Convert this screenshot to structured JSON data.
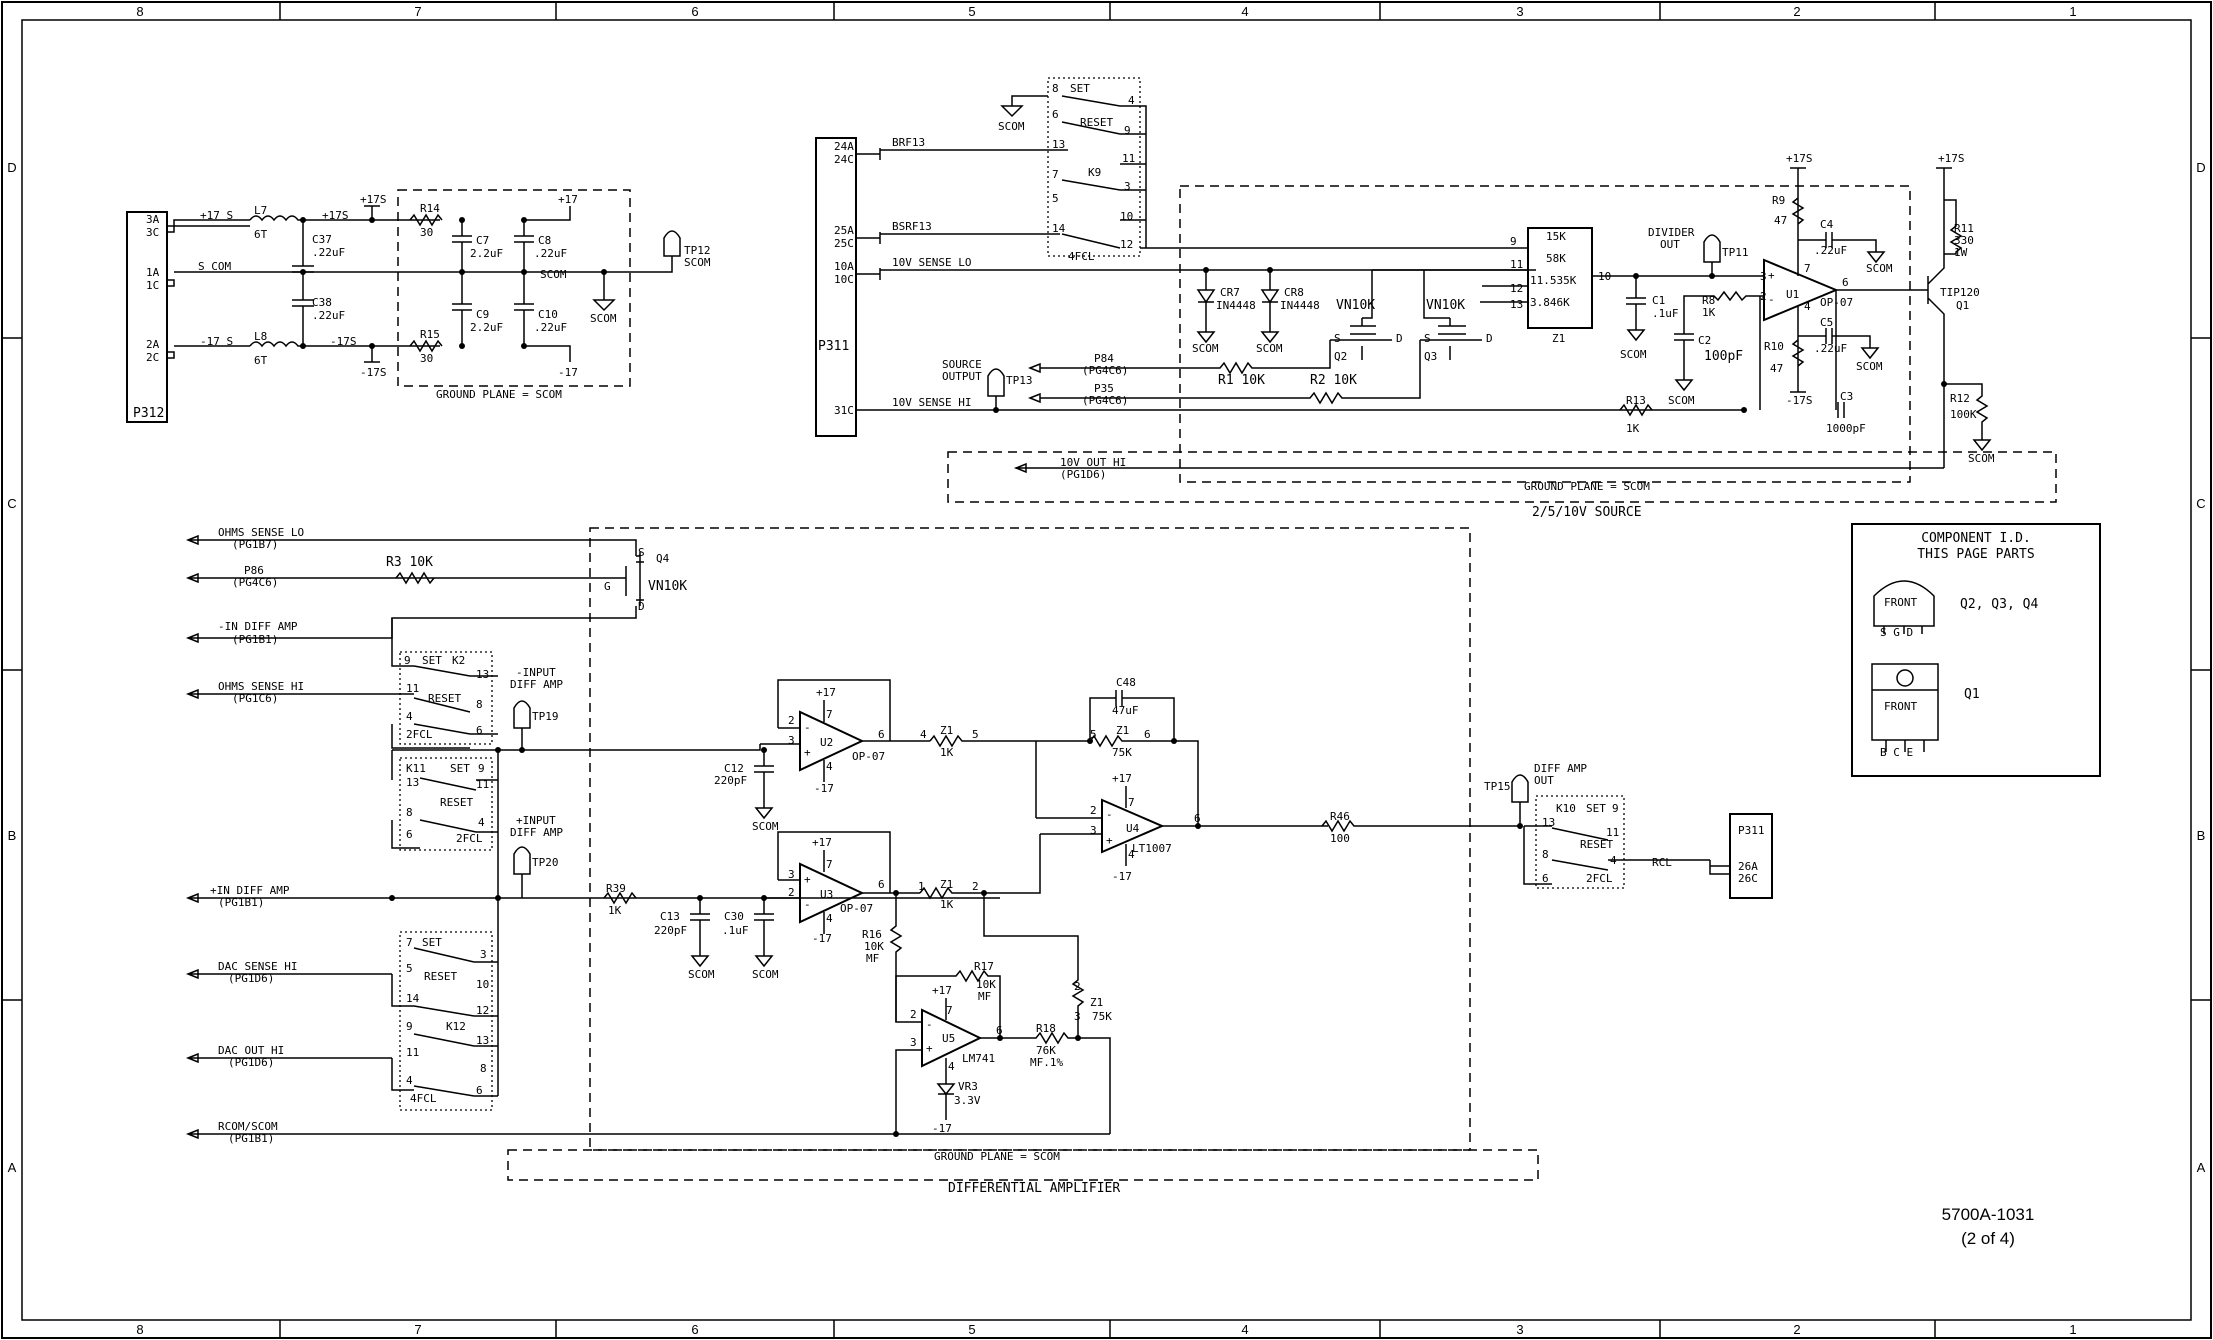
{
  "zones": {
    "top": [
      "8",
      "7",
      "6",
      "5",
      "4",
      "3",
      "2",
      "1"
    ],
    "side": [
      "D",
      "C",
      "B",
      "A"
    ]
  },
  "sheet": {
    "doc_number": "5700A-1031",
    "page": "(2 of 4)"
  },
  "p312": {
    "label": "P312",
    "pins": [
      "3A",
      "3C",
      "1A",
      "1C",
      "2A",
      "2C"
    ],
    "nets": {
      "p17s": "+17 S",
      "scom": "S COM",
      "m17s": "-17 S",
      "p17s2": "+17S",
      "m17s2": "-17S",
      "p17": "+17",
      "m17": "-17",
      "scom2": "SCOM"
    },
    "parts": {
      "l7": "L7",
      "l7v": "6T",
      "l8": "L8",
      "l8v": "6T",
      "c37": "C37",
      ".22": ".22uF",
      "c38": "C38",
      "r14": "R14",
      "r15": "R15",
      "r30": "30",
      "c7": "C7",
      "c8": "C8",
      "c9": "C9",
      "c10": "C10",
      "c22": "2.2uF",
      "tp12": "TP12"
    },
    "ground_plane": "GROUND PLANE = SCOM"
  },
  "source": {
    "p311": "P311",
    "pins": [
      "24A",
      "24C",
      "25A",
      "25C",
      "10A",
      "10C",
      "31C"
    ],
    "nets": {
      "brf13": "BRF13",
      "bsrf13": "BSRF13",
      "sense_lo": "10V SENSE LO",
      "sense_hi": "10V SENSE HI",
      "p84": "P84",
      "p35": "P35",
      "pg4c6": "(PG4C6)",
      "out_hi": "10V OUT HI",
      "pg1d6": "(PG1D6)",
      "scom": "SCOM",
      "p17s": "+17S",
      "m17s": "-17S"
    },
    "k9": {
      "name": "K9",
      "type": "4FCL",
      "set": "SET",
      "reset": "RESET",
      "pins": [
        "8",
        "4",
        "6",
        "9",
        "13",
        "11",
        "7",
        "3",
        "5",
        "10",
        "14",
        "12"
      ]
    },
    "parts": {
      "tp13": "TP13",
      "src_out1": "SOURCE",
      "src_out2": "OUTPUT",
      "tp11": "TP11",
      "div1": "DIVIDER",
      "div2": "OUT",
      "cr7": "CR7",
      "cr8": "CR8",
      "in4448": "IN4448",
      "vn10k": "VN10K",
      "q2": "Q2",
      "q3": "Q3",
      "r1": "R1 10K",
      "r2": "R2 10K",
      "z1": "Z1",
      "z15k": "15K",
      "z58k": "58K",
      "z11": "11.535K",
      "z3": "3.846K",
      "c1": "C1",
      ".1uf": ".1uF",
      "r8": "R8",
      "r8v": "1K",
      "c2": "C2",
      "c2v": "100pF",
      "r13": "R13",
      "r13v": "1K",
      "c3": "C3",
      "c3v": "1000pF",
      "u1": "U1",
      "op07": "OP-07",
      "r9": "R9",
      "r10": "R10",
      "r47": "47",
      "c4": "C4",
      "c5": "C5",
      ".22uf": ".22uF",
      "r11": "R11",
      "r11v": "330",
      "r11w": "1W",
      "q1": "TIP120",
      "q1b": "Q1",
      "r12": "R12",
      "r12v": "100K"
    },
    "ground_plane": "GROUND PLANE = SCOM",
    "title": "2/5/10V SOURCE"
  },
  "compid": {
    "title1": "COMPONENT I.D.",
    "title2": "THIS PAGE PARTS",
    "front": "FRONT",
    "q234": "Q2, Q3, Q4",
    "sgd": "S G D",
    "q1": "Q1",
    "bce": "B C E"
  },
  "diffamp": {
    "title": "DIFFERENTIAL AMPLIFIER",
    "ground_plane": "GROUND PLANE = SCOM",
    "nets": {
      "ohms_lo": "OHMS SENSE LO",
      "pg1b7": "(PG1B7)",
      "p86": "P86",
      "pg4c6": "(PG4C6)",
      "in_minus": "-IN DIFF AMP",
      "pg1b1": "(PG1B1)",
      "ohms_hi": "OHMS SENSE HI",
      "pg1c6": "(PG1C6)",
      "in_plus": "+IN DIFF AMP",
      "pg1b1b": "(PG1B1)",
      "dac_hi": "DAC SENSE HI",
      "pg1d6": "(PG1D6)",
      "dac_out": "DAC OUT HI",
      "pg1d6b": "(PG1D6)",
      "rcom": "RCOM/SCOM",
      "pg1b1c": "(PG1B1)",
      "rcl": "RCL",
      "p17": "+17",
      "m17": "-17",
      "scom": "SCOM"
    },
    "parts": {
      "r3": "R3 10K",
      "q4": "Q4",
      "vn10k": "VN10K",
      "k2": "K2",
      "k11": "K11",
      "k12": "K12",
      "k10": "K10",
      "fcl2": "2FCL",
      "fcl4": "4FCL",
      "set": "SET",
      "reset": "RESET",
      "tp19": "TP19",
      "tp20": "TP20",
      "tp15": "TP15",
      "inpm1": "-INPUT",
      "inpm2": "DIFF AMP",
      "inpp1": "+INPUT",
      "inpp2": "DIFF AMP",
      "dao1": "DIFF AMP",
      "dao2": "OUT",
      "r39": "R39",
      "r1k": "1K",
      "c12": "C12",
      "c12v": "220pF",
      "c13": "C13",
      "c13v": "220pF",
      "c30": "C30",
      "c30v": ".1uF",
      "u2": "U2",
      "u3": "U3",
      "u4": "U4",
      "u5": "U5",
      "op07a": "OP-07",
      "op07b": "OP-07",
      "lt1007": "LT1007",
      "lm741": "LM741",
      "z1": "Z1",
      "z75k": "75K",
      "c48": "C48",
      "c48v": "47uF",
      "r46": "R46",
      "r46v": "100",
      "r16": "R16",
      "r16v": "10K",
      "mf": "MF",
      "r17": "R17",
      "r17v": "10K",
      "r18": "R18",
      "r18v": "76K",
      "r18t": "MF.1%",
      "vr3": "VR3",
      "vr3v": "3.3V",
      "p311": "P311",
      "p311p": [
        "26A",
        "26C"
      ]
    }
  }
}
